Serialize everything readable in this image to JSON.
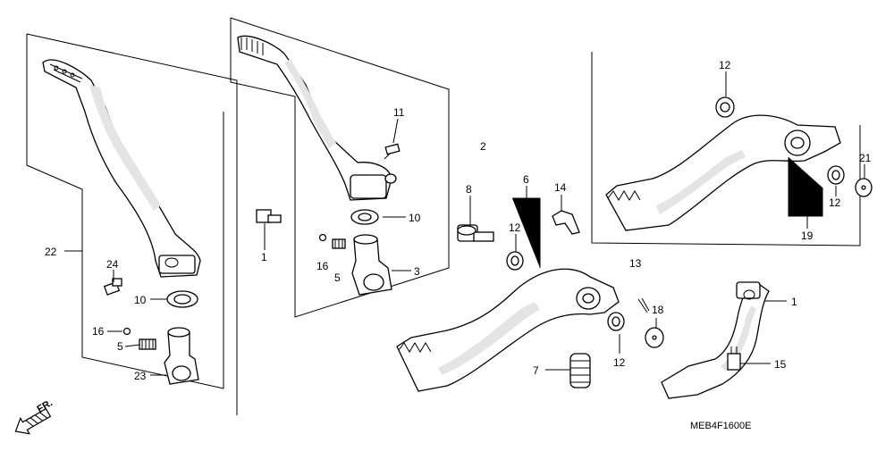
{
  "diagram": {
    "code": "MEB4F1600E",
    "direction_label": "FR.",
    "callouts": {
      "c1a": "1",
      "c1b": "1",
      "c2": "2",
      "c3": "3",
      "c5a": "5",
      "c5b": "5",
      "c6": "6",
      "c7": "7",
      "c8": "8",
      "c10a": "10",
      "c10b": "10",
      "c11": "11",
      "c12a": "12",
      "c12b": "12",
      "c12c": "12",
      "c12d": "12",
      "c13": "13",
      "c14": "14",
      "c15": "15",
      "c16a": "16",
      "c16b": "16",
      "c18": "18",
      "c19": "19",
      "c21": "21",
      "c22": "22",
      "c23": "23",
      "c24": "24"
    }
  }
}
